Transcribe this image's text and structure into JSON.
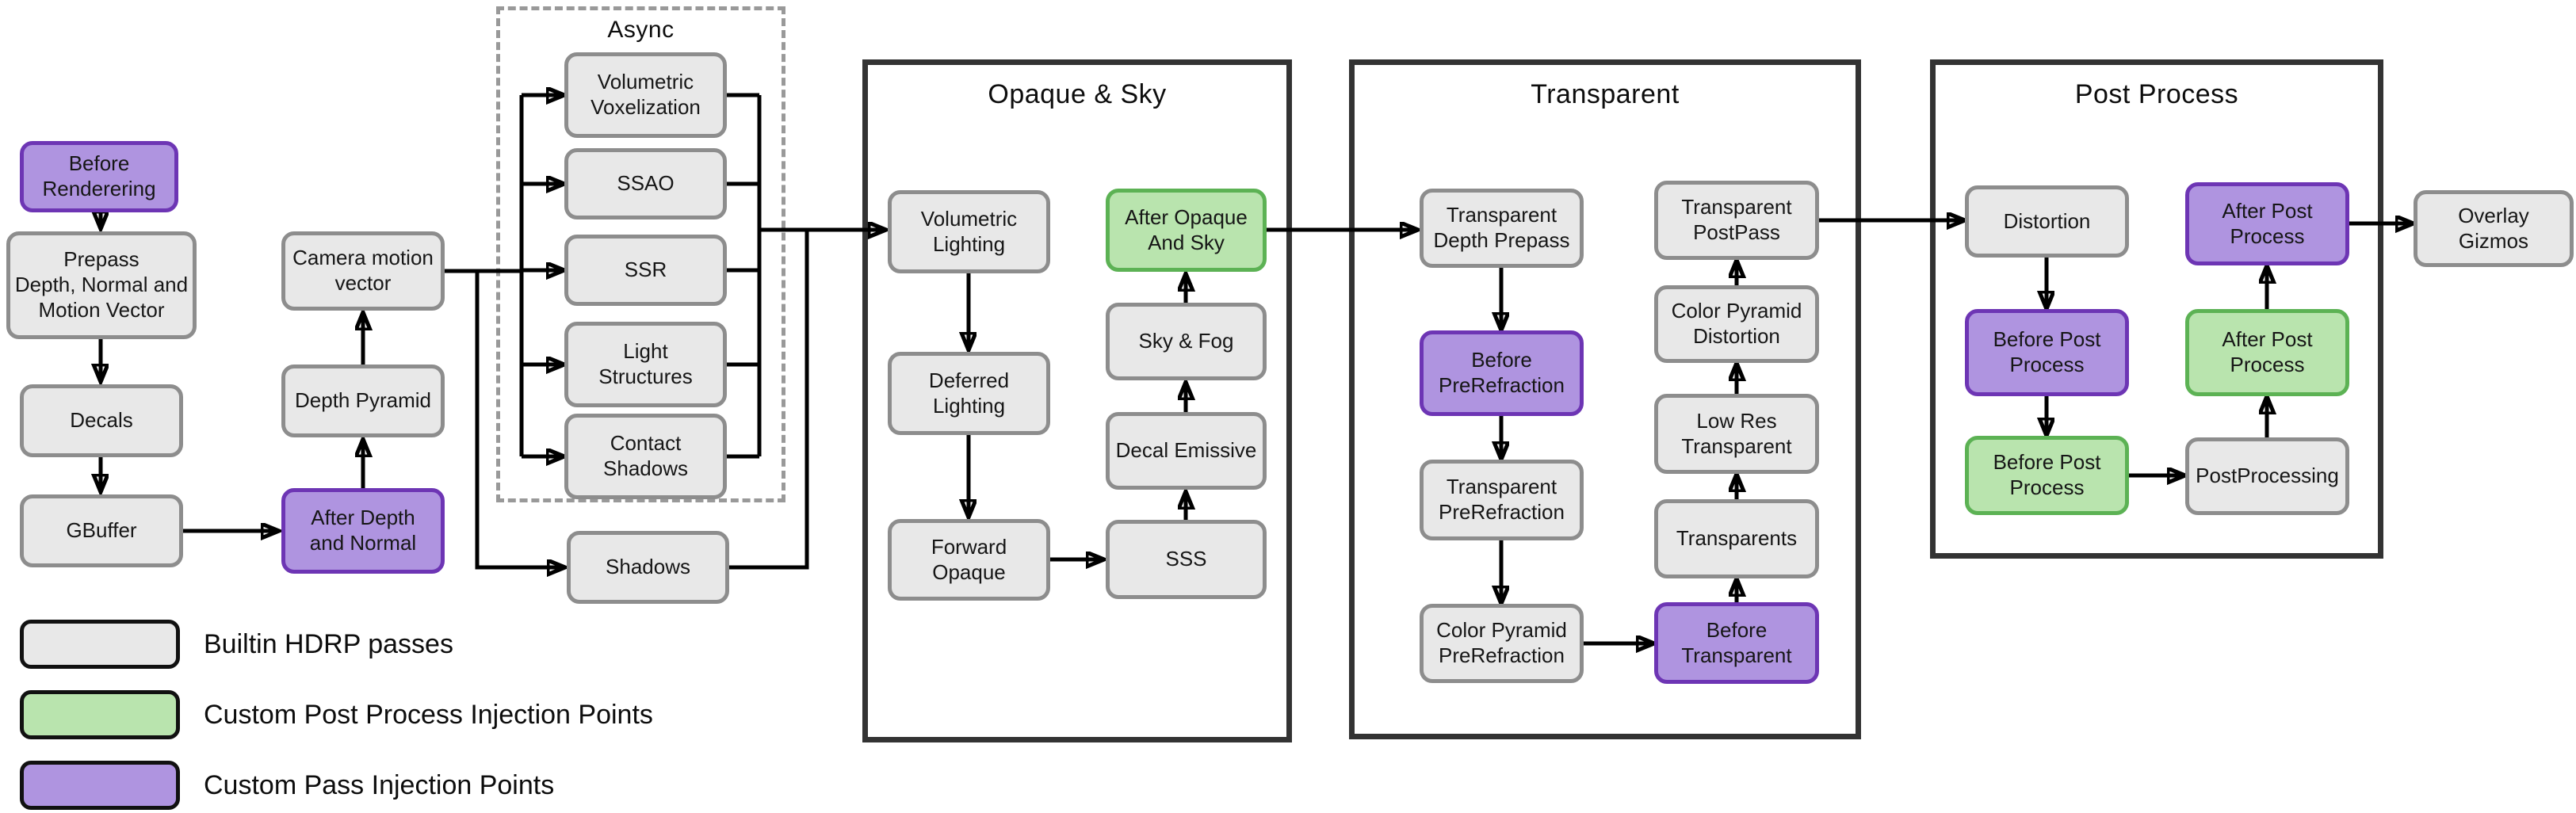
{
  "colors": {
    "builtin_fill": "#e8e8e8",
    "builtin_border": "#8d8d8d",
    "custom_post_fill": "#b9e4ae",
    "custom_post_border": "#5cb254",
    "custom_pass_fill": "#af94e0",
    "custom_pass_border": "#6d35b4",
    "frame_border": "#333333",
    "dashed_border": "#999999",
    "arrow": "#000000"
  },
  "containers": {
    "async": {
      "title": "Async"
    },
    "opaque_sky": {
      "title": "Opaque & Sky"
    },
    "transparent": {
      "title": "Transparent"
    },
    "post_process": {
      "title": "Post Process"
    }
  },
  "nodes": {
    "before_rendering": {
      "label": "Before\nRenderering",
      "kind": "custom-pass"
    },
    "prepass": {
      "label": "Prepass\nDepth, Normal and\nMotion Vector",
      "kind": "builtin"
    },
    "decals": {
      "label": "Decals",
      "kind": "builtin"
    },
    "gbuffer": {
      "label": "GBuffer",
      "kind": "builtin"
    },
    "camera_motion_vector": {
      "label": "Camera motion\nvector",
      "kind": "builtin"
    },
    "depth_pyramid": {
      "label": "Depth Pyramid",
      "kind": "builtin"
    },
    "after_depth_and_normal": {
      "label": "After Depth\nand Normal",
      "kind": "custom-pass"
    },
    "volumetric_voxelization": {
      "label": "Volumetric\nVoxelization",
      "kind": "builtin"
    },
    "ssao": {
      "label": "SSAO",
      "kind": "builtin"
    },
    "ssr": {
      "label": "SSR",
      "kind": "builtin"
    },
    "light_structures": {
      "label": "Light\nStructures",
      "kind": "builtin"
    },
    "contact_shadows": {
      "label": "Contact\nShadows",
      "kind": "builtin"
    },
    "shadows": {
      "label": "Shadows",
      "kind": "builtin"
    },
    "volumetric_lighting": {
      "label": "Volumetric\nLighting",
      "kind": "builtin"
    },
    "deferred_lighting": {
      "label": "Deferred\nLighting",
      "kind": "builtin"
    },
    "forward_opaque": {
      "label": "Forward\nOpaque",
      "kind": "builtin"
    },
    "sss": {
      "label": "SSS",
      "kind": "builtin"
    },
    "decal_emissive": {
      "label": "Decal Emissive",
      "kind": "builtin"
    },
    "sky_and_fog": {
      "label": "Sky & Fog",
      "kind": "builtin"
    },
    "after_opaque_and_sky": {
      "label": "After Opaque\nAnd Sky",
      "kind": "custom-post"
    },
    "transparent_depth_prepass": {
      "label": "Transparent\nDepth Prepass",
      "kind": "builtin"
    },
    "before_prerefraction": {
      "label": "Before\nPreRefraction",
      "kind": "custom-pass"
    },
    "transparent_prerefraction": {
      "label": "Transparent\nPreRefraction",
      "kind": "builtin"
    },
    "color_pyramid_prerefraction": {
      "label": "Color Pyramid\nPreRefraction",
      "kind": "builtin"
    },
    "before_transparent": {
      "label": "Before\nTransparent",
      "kind": "custom-pass"
    },
    "transparents": {
      "label": "Transparents",
      "kind": "builtin"
    },
    "low_res_transparent": {
      "label": "Low Res\nTransparent",
      "kind": "builtin"
    },
    "color_pyramid_distortion": {
      "label": "Color Pyramid\nDistortion",
      "kind": "builtin"
    },
    "transparent_postpass": {
      "label": "Transparent\nPostPass",
      "kind": "builtin"
    },
    "distortion": {
      "label": "Distortion",
      "kind": "builtin"
    },
    "before_post_process_pass": {
      "label": "Before Post\nProcess",
      "kind": "custom-pass"
    },
    "before_post_process_post": {
      "label": "Before Post\nProcess",
      "kind": "custom-post"
    },
    "postprocessing": {
      "label": "PostProcessing",
      "kind": "builtin"
    },
    "after_post_process_post": {
      "label": "After Post\nProcess",
      "kind": "custom-post"
    },
    "after_post_process_pass": {
      "label": "After Post\nProcess",
      "kind": "custom-pass"
    },
    "overlay_gizmos": {
      "label": "Overlay\nGizmos",
      "kind": "builtin"
    }
  },
  "legend": {
    "items": [
      {
        "label": "Builtin HDRP passes",
        "kind": "builtin"
      },
      {
        "label": "Custom Post Process Injection Points",
        "kind": "custom-post"
      },
      {
        "label": "Custom Pass Injection Points",
        "kind": "custom-pass"
      }
    ]
  }
}
